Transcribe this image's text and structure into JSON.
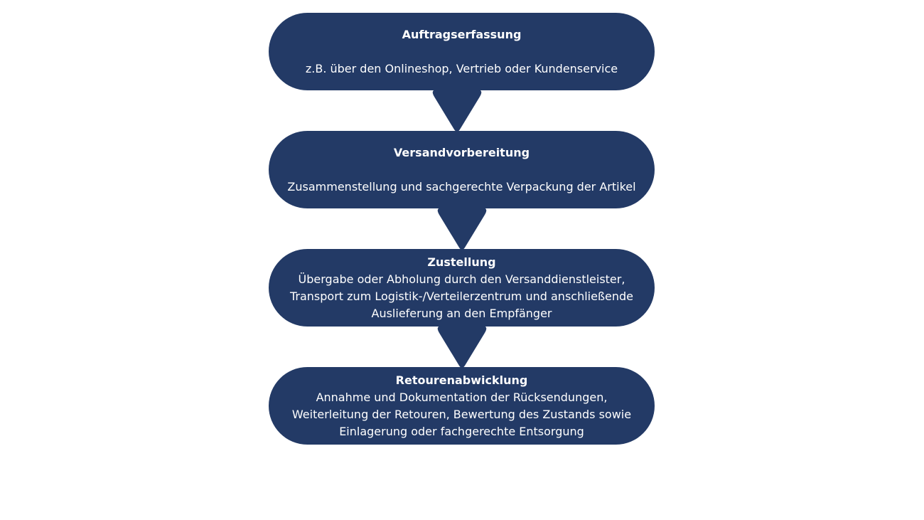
{
  "colors": {
    "box": "#233a66",
    "text": "#ffffff",
    "background": "#ffffff"
  },
  "steps": [
    {
      "title": "Auftragserfassung",
      "description": "z.B. über den Onlineshop, Vertrieb oder Kundenservice"
    },
    {
      "title": "Versandvorbereitung",
      "description": "Zusammenstellung und sachgerechte Verpackung der Artikel"
    },
    {
      "title": "Zustellung",
      "description": "Übergabe oder Abholung durch den Versanddienstleister, Transport zum Logistik-/Verteilerzentrum und anschließende Auslieferung an den Empfänger"
    },
    {
      "title": "Retourenabwicklung",
      "description": "Annahme und Dokumentation der Rücksendungen, Weiterleitung der Retouren, Bewertung des Zustands sowie Einlagerung oder fachgerechte Entsorgung"
    }
  ]
}
